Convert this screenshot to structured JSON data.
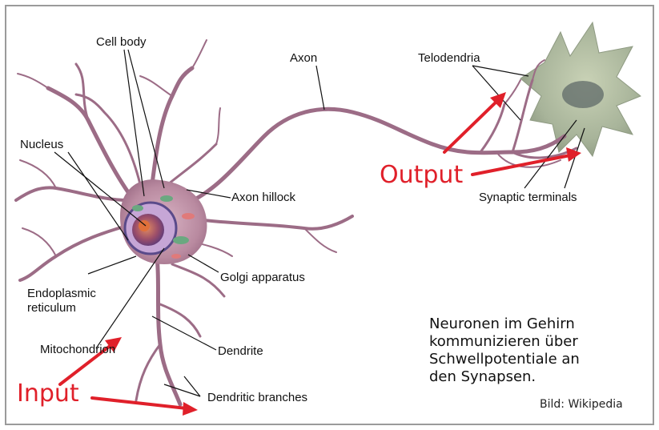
{
  "labels": {
    "cell_body": "Cell body",
    "axon": "Axon",
    "telodendria": "Telodendria",
    "nucleus": "Nucleus",
    "axon_hillock": "Axon hillock",
    "synaptic_terminals": "Synaptic terminals",
    "golgi": "Golgi apparatus",
    "er_line1": "Endoplasmic",
    "er_line2": "reticulum",
    "mitochondrion": "Mitochondrion",
    "dendrite": "Dendrite",
    "dendritic_branches": "Dendritic branches"
  },
  "annotations": {
    "output": "Output",
    "input": "Input"
  },
  "caption": {
    "line1": "Neuronen im Gehirn",
    "line2": "kommunizieren über",
    "line3": "Schwellpotentiale an",
    "line4": "den Synapsen.",
    "credit": "Bild: Wikipedia"
  },
  "colors": {
    "neuron": "#b98aa0",
    "neuron_dark": "#8c5d78",
    "target_cell": "#a8b49a",
    "arrow": "#e0202a"
  }
}
